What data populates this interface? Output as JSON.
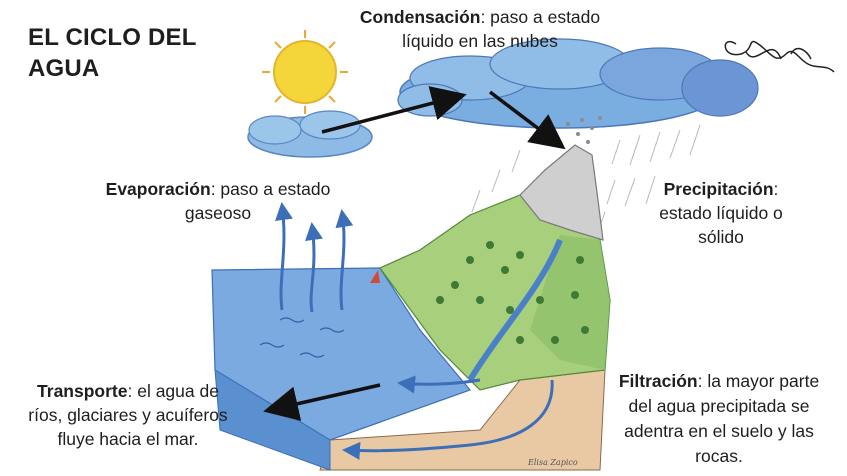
{
  "title": {
    "line1": "EL CICLO DEL",
    "line2": "AGUA"
  },
  "labels": {
    "condensacion": {
      "term": "Condensación",
      "line1_rest": ": paso a estado",
      "line2": "líquido en las nubes"
    },
    "evaporacion": {
      "term": "Evaporación",
      "line1_rest": ": paso a estado",
      "line2": "gaseoso"
    },
    "precipitacion": {
      "term": "Precipitación",
      "line1_rest": ":",
      "line2": "estado líquido o",
      "line3": "sólido"
    },
    "transporte": {
      "term": "Transporte",
      "line1_rest": ": el agua de",
      "line2": "ríos, glaciares y acuíferos",
      "line3": "fluye hacia el mar."
    },
    "filtracion": {
      "term": "Filtración",
      "line1_rest": ": la mayor parte",
      "line2": "del agua precipitada se",
      "line3": "adentra en el suelo y las",
      "line4": "rocas."
    }
  },
  "artist_signature": "Elisa Zapico",
  "colors": {
    "sun": "#f5d63a",
    "cloud": "#7aaee0",
    "sea": "#6d9fd8",
    "land": "#a8cf7c",
    "mountain": "#c9c9c9",
    "soil": "#e8c9a4",
    "arrow": "#111111"
  }
}
